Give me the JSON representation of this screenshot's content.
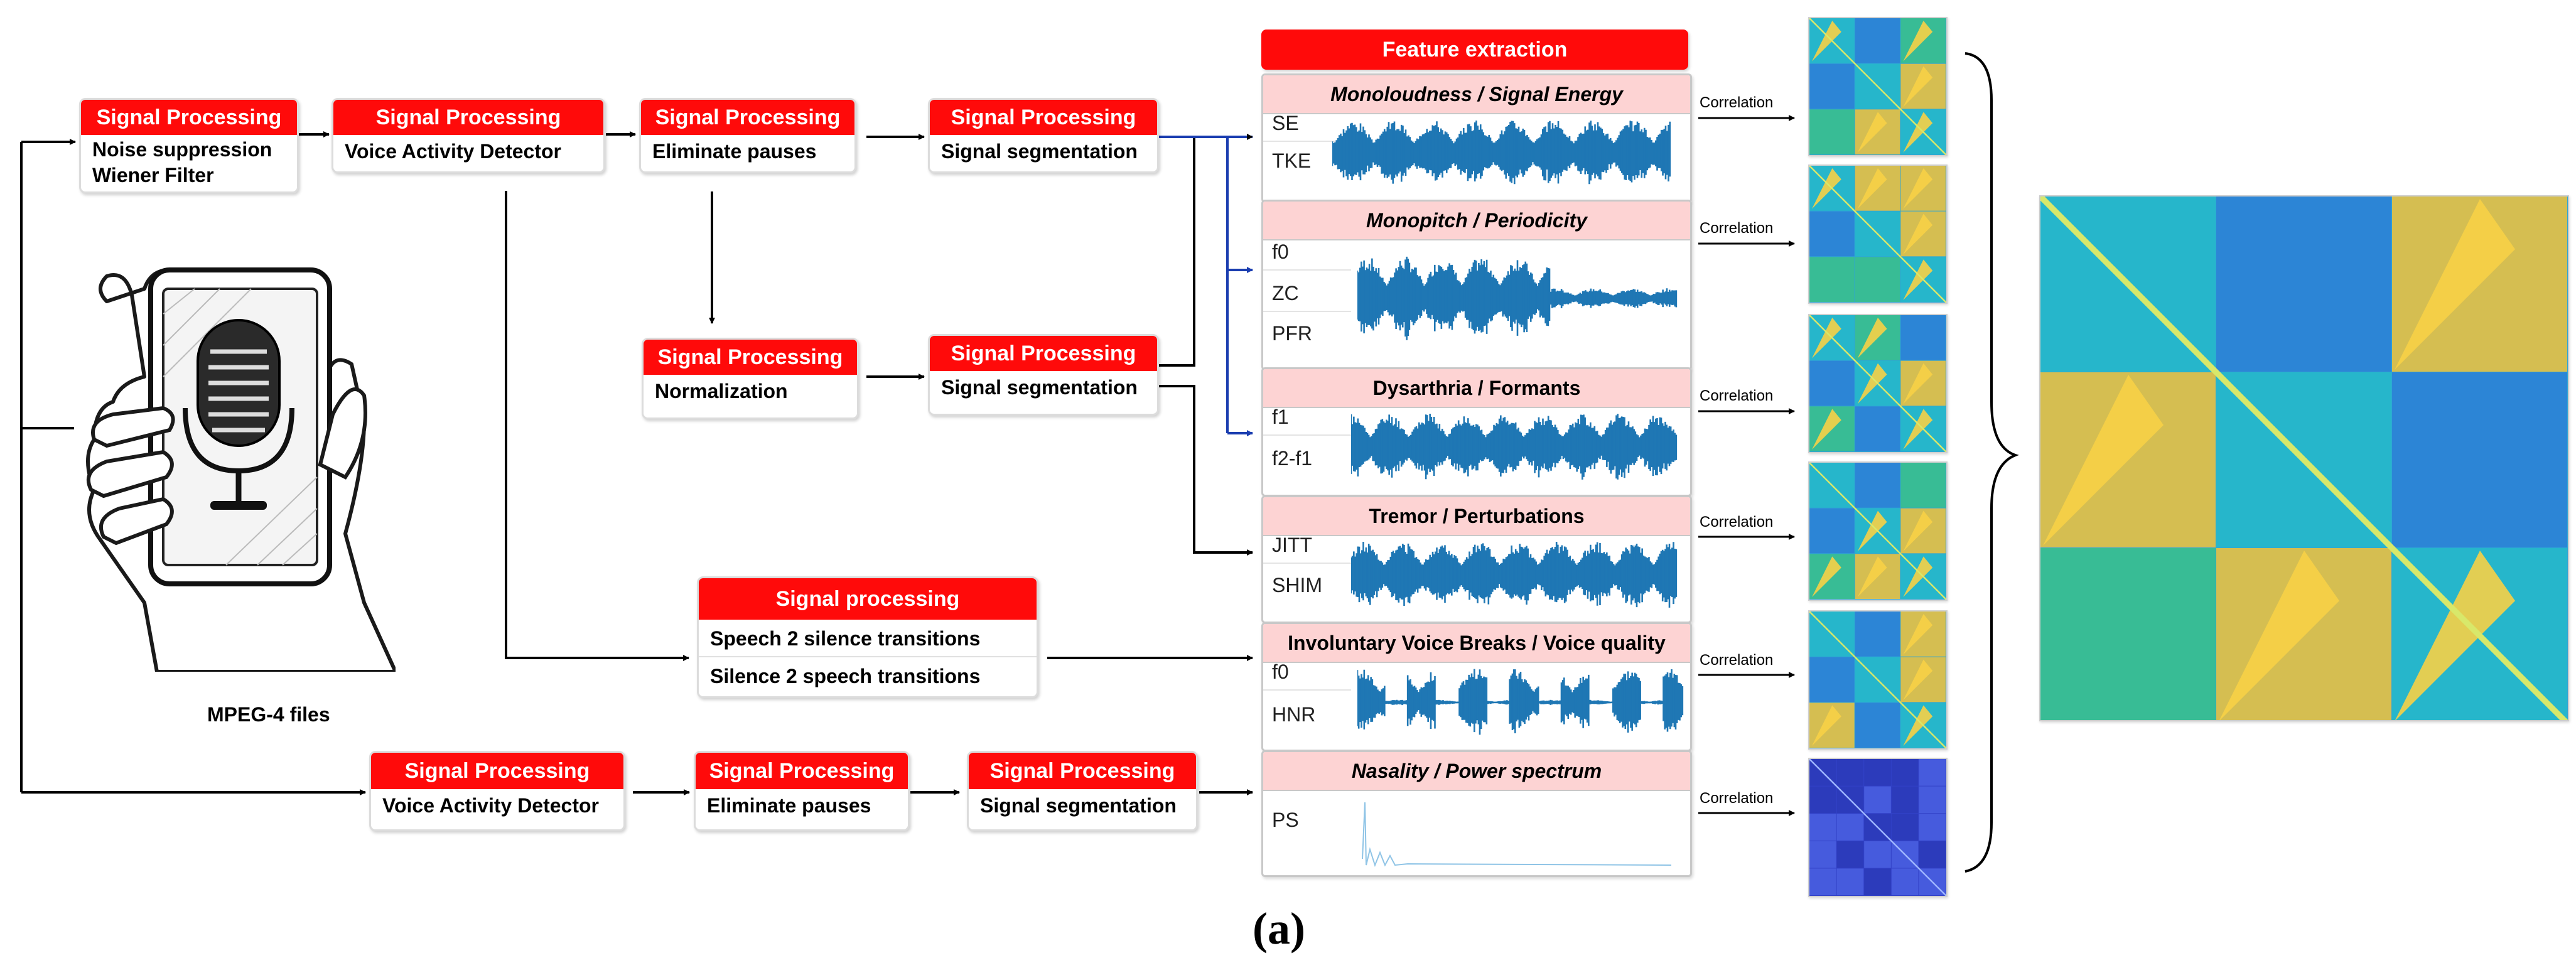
{
  "feature_extraction": {
    "title": "Feature extraction"
  },
  "processing": {
    "top_chain": [
      {
        "header": "Signal Processing",
        "lines": [
          "Noise suppression",
          "Wiener Filter"
        ]
      },
      {
        "header": "Signal Processing",
        "lines": [
          "Voice Activity Detector"
        ]
      },
      {
        "header": "Signal Processing",
        "lines": [
          "Eliminate pauses"
        ]
      },
      {
        "header": "Signal Processing",
        "lines": [
          "Signal segmentation"
        ]
      }
    ],
    "middle_chain": [
      {
        "header": "Signal Processing",
        "lines": [
          "Normalization"
        ]
      },
      {
        "header": "Signal Processing",
        "lines": [
          "Signal segmentation"
        ]
      }
    ],
    "transitions": {
      "header": "Signal processing",
      "lines": [
        "Speech 2 silence transitions",
        "Silence 2 speech transitions"
      ]
    },
    "bottom_chain": [
      {
        "header": "Signal Processing",
        "lines": [
          "Voice Activity Detector"
        ]
      },
      {
        "header": "Signal Processing",
        "lines": [
          "Eliminate pauses"
        ]
      },
      {
        "header": "Signal Processing",
        "lines": [
          "Signal segmentation"
        ]
      }
    ]
  },
  "input": {
    "label": "MPEG-4 files"
  },
  "feature_groups": [
    {
      "title": "Monoloudness / Signal Energy",
      "italic": true,
      "features": [
        "SE",
        "TKE"
      ],
      "correlation": "Correlation"
    },
    {
      "title": "Monopitch / Periodicity",
      "italic": true,
      "features": [
        "f0",
        "ZC",
        "PFR"
      ],
      "correlation": "Correlation"
    },
    {
      "title": "Dysarthria / Formants",
      "italic": false,
      "features": [
        "f1",
        "f2-f1"
      ],
      "correlation": "Correlation"
    },
    {
      "title": "Tremor / Perturbations",
      "italic": false,
      "features": [
        "JITT",
        "SHIM"
      ],
      "correlation": "Correlation"
    },
    {
      "title": "Involuntary Voice Breaks / Voice quality",
      "italic": false,
      "features": [
        "f0",
        "HNR"
      ],
      "correlation": "Correlation"
    },
    {
      "title": "Nasality / Power spectrum",
      "italic": true,
      "features": [
        "PS"
      ],
      "correlation": "Correlation"
    }
  ],
  "caption": "(a)",
  "colors": {
    "header_red": "#ff0a0a",
    "group_header_pink": "#fdd3d3",
    "waveform_blue": "#1f77b4",
    "arrow_blue": "#1a3db0",
    "matrix_yellow": "#f2c23a",
    "matrix_blue": "#2b4fd1",
    "matrix_cyan": "#25b8c9"
  }
}
